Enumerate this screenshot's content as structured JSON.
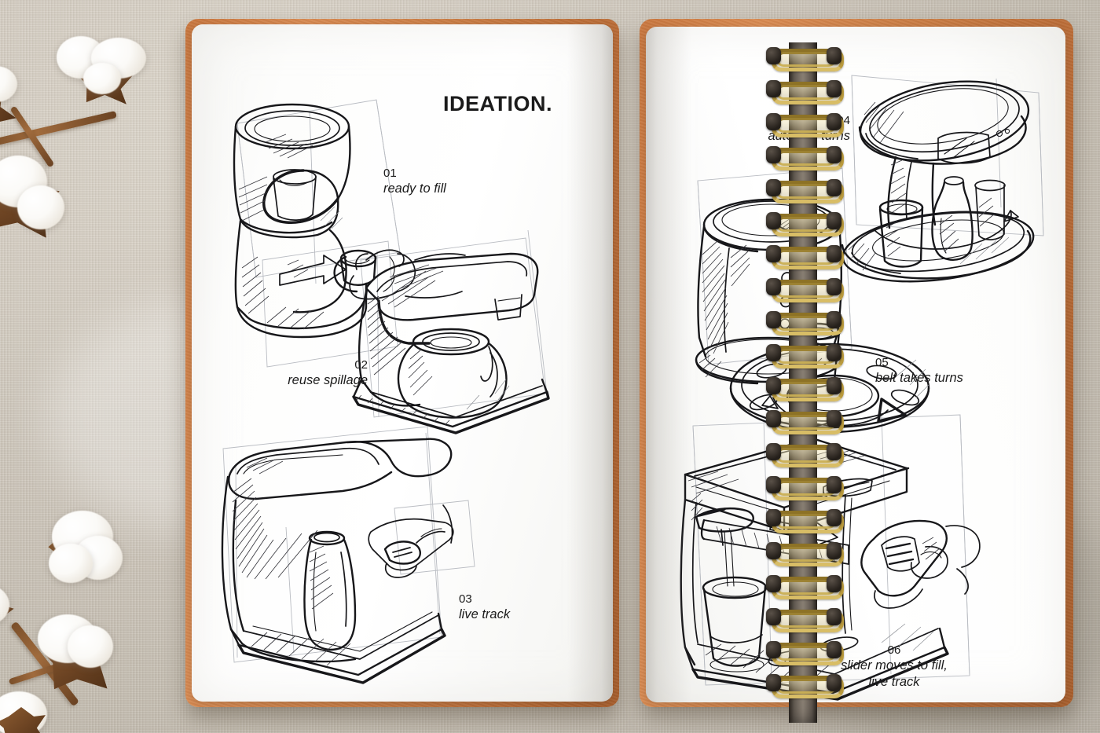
{
  "scene": {
    "subject": "spiral-bound sketchbook spread on linen with cotton branches",
    "background_color": "#c6c0b6",
    "page_color": "#fdfdfb",
    "cover_color": "#c9773f",
    "coil_color": "#b99a3e",
    "ink_color": "#17171a"
  },
  "left_page": {
    "title": "IDEATION.",
    "notes": [
      {
        "number": "01",
        "caption": "ready to fill"
      },
      {
        "number": "02",
        "caption": "reuse spillage"
      },
      {
        "number": "03",
        "caption": "live track"
      }
    ],
    "sketches": [
      "water dispenser with hand holding cup",
      "dispenser with round pot on base tray",
      "C-shaped dispenser with bottle and tap detail"
    ]
  },
  "right_page": {
    "notes": [
      {
        "number": "04",
        "caption": "autotime turns"
      },
      {
        "number": "05",
        "caption": "belt takes turns"
      },
      {
        "number": "06",
        "caption": "slider moves to fill,\nlive track"
      }
    ],
    "sketches": [
      "oval pedestal dispenser with display, cups and bottle on turntable",
      "cylindrical dispenser with three buttons and rotating ring carousel",
      "rectangular dispenser with sliding spout rail filling a glass"
    ]
  },
  "props": {
    "cotton_branch_top_left": "cotton branch with three bolls",
    "cotton_branch_bottom_left": "cotton branch with four bolls"
  }
}
